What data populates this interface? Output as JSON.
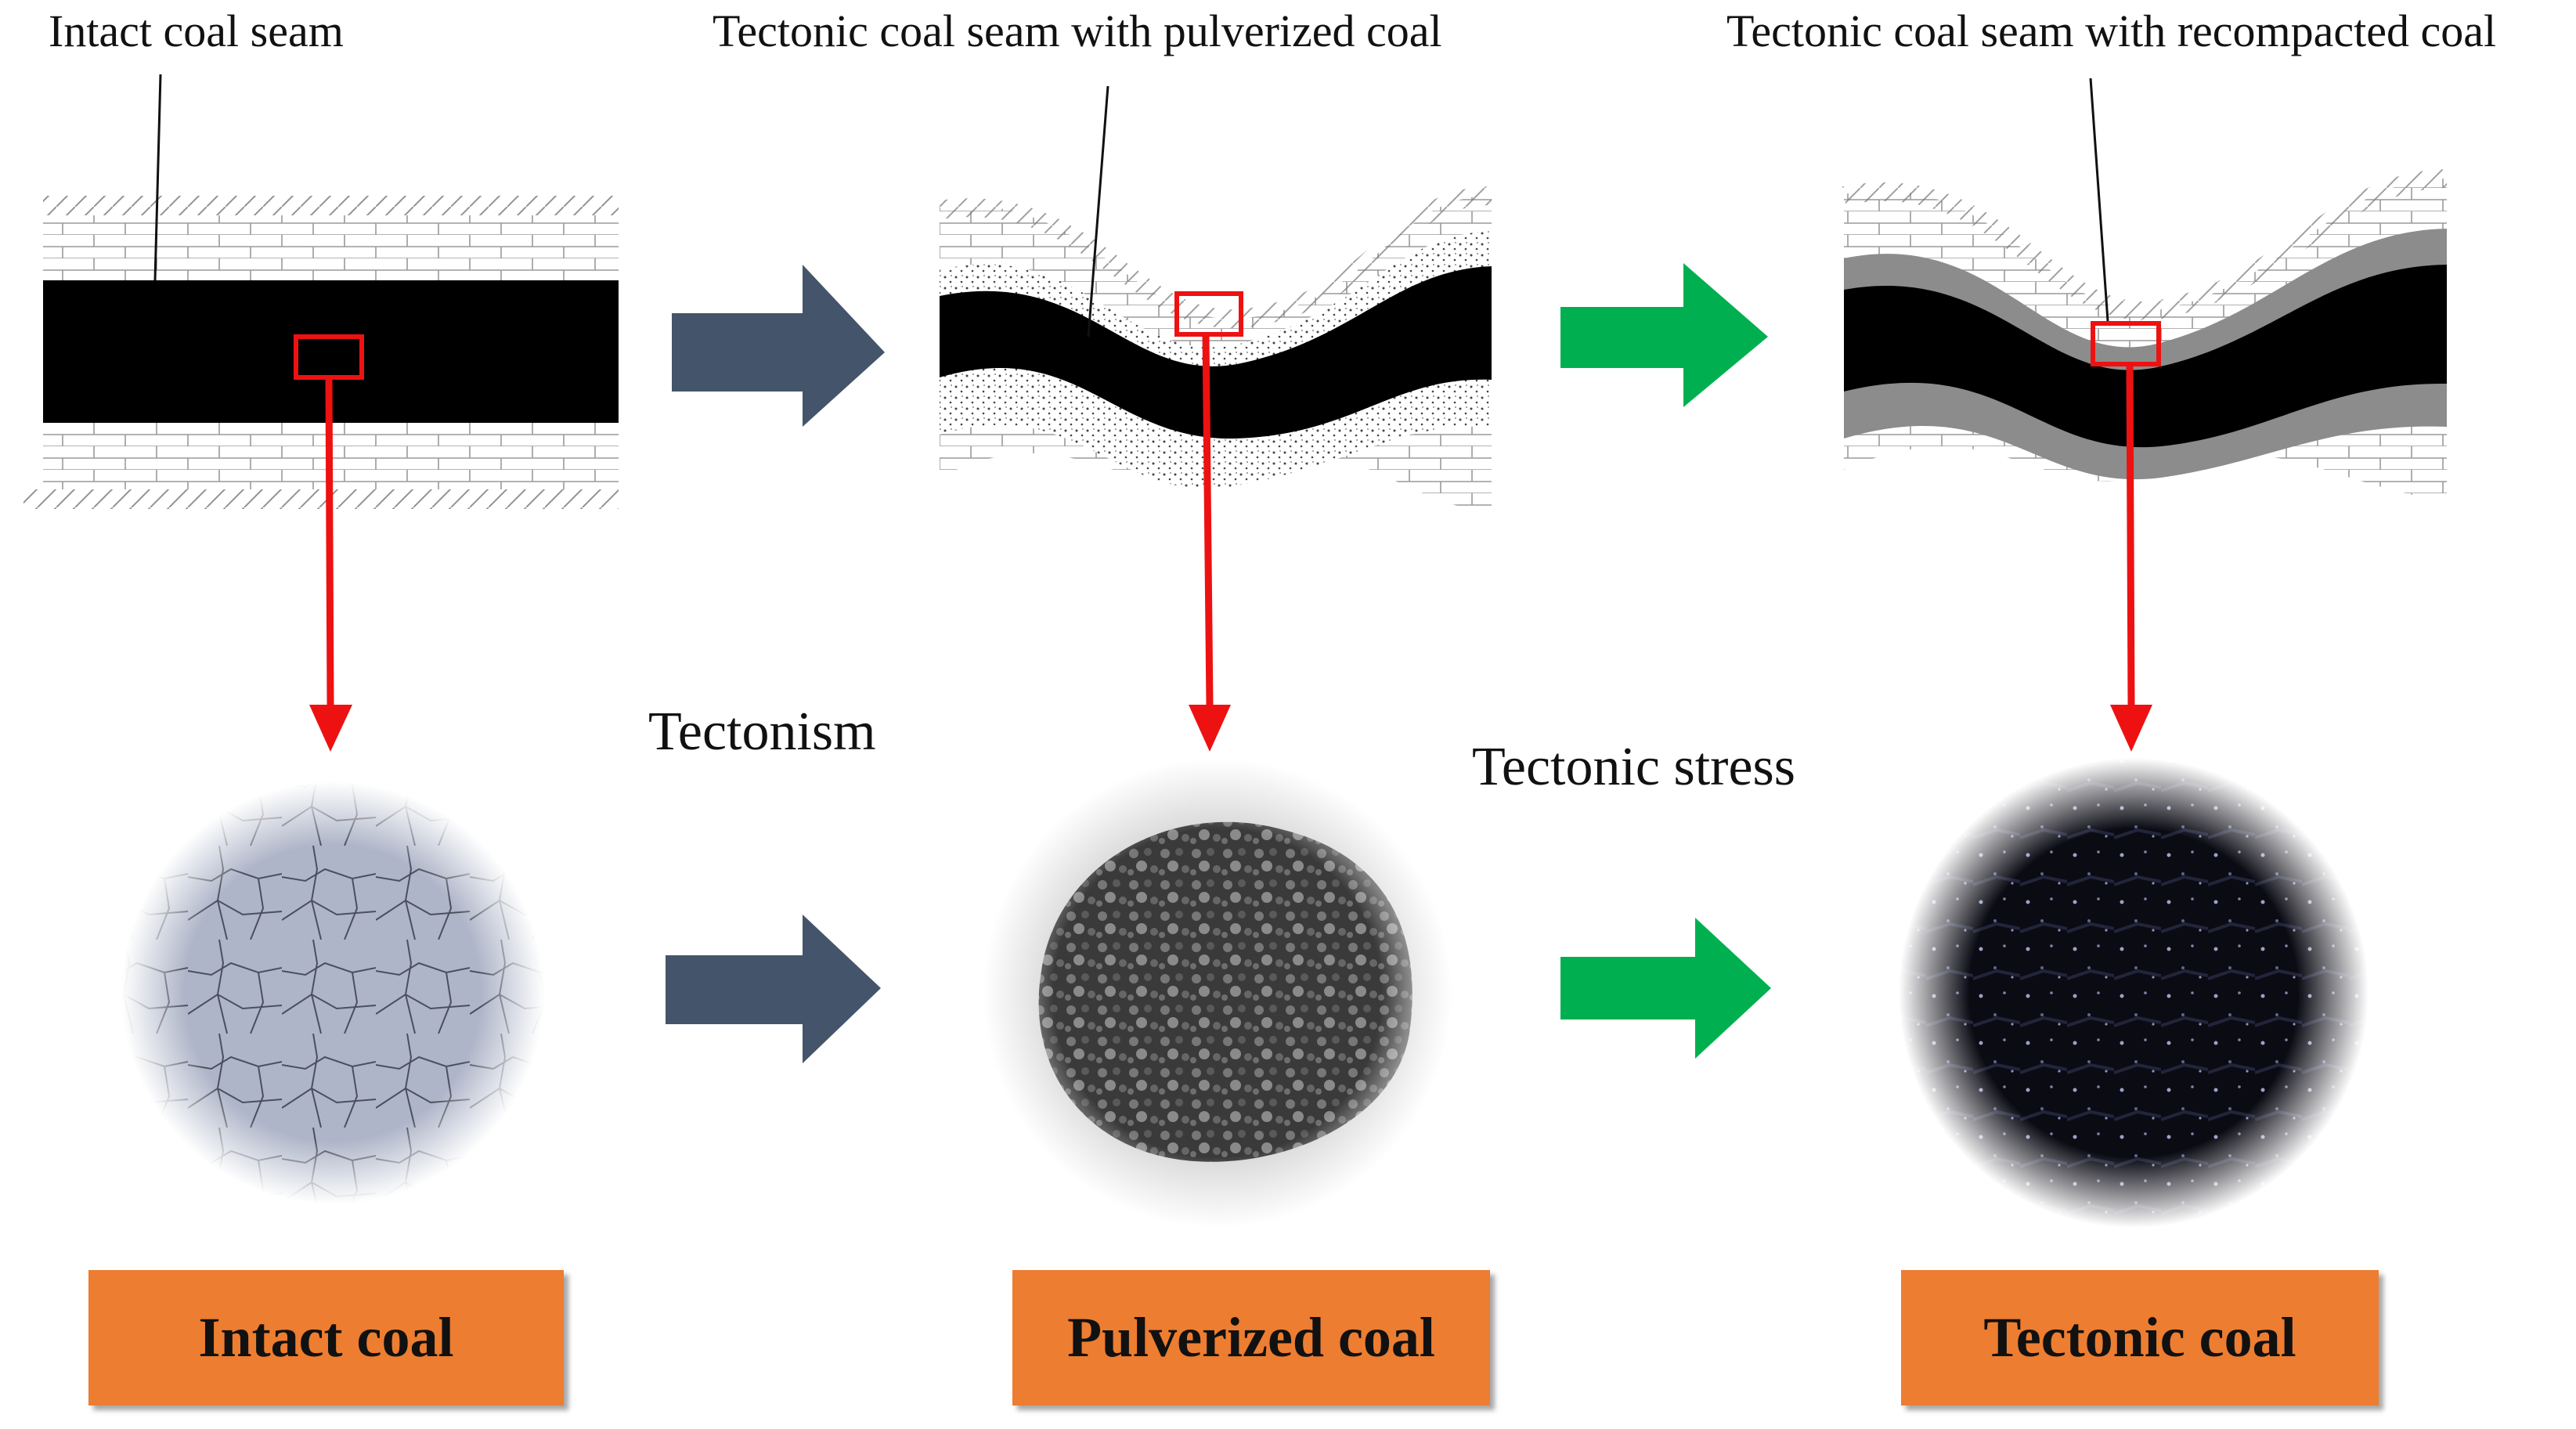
{
  "seam_labels": {
    "intact": "Intact coal seam",
    "pulverized": "Tectonic coal seam with pulverized coal",
    "recompacted": "Tectonic coal seam with recompacted coal"
  },
  "process_labels": {
    "tectonism": "Tectonism",
    "tectonic_stress": "Tectonic stress"
  },
  "coal_types": {
    "intact": "Intact coal",
    "pulverized": "Pulverized coal",
    "tectonic": "Tectonic coal"
  },
  "colors": {
    "coal": "#000000",
    "recompacted_band": "#8c8c8c",
    "highlight": "#ee1111",
    "arrow_dark": "#44546a",
    "arrow_green": "#00b050",
    "label_box": "#ed7d31"
  }
}
